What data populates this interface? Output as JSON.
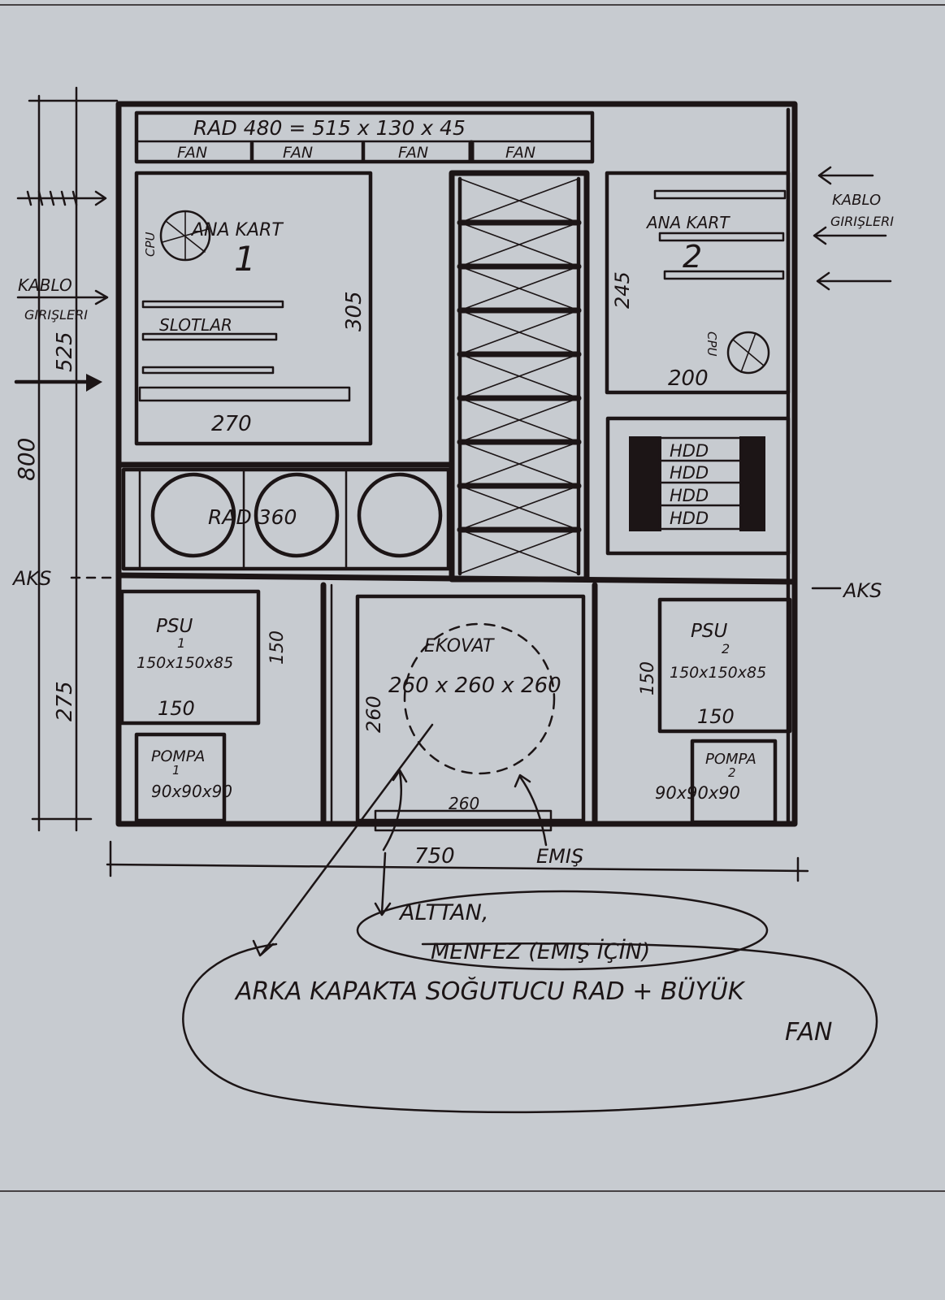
{
  "rad480": {
    "title": "RAD 480 = 515 x 130 x 45",
    "fans": [
      "FAN",
      "FAN",
      "FAN",
      "FAN"
    ]
  },
  "mb1": {
    "title": "ANA KART",
    "number": "1",
    "cpu": "CPU",
    "slots": "SLOTLAR",
    "height": "305",
    "width": "270"
  },
  "mb2": {
    "title": "ANA KART",
    "number": "2",
    "cpu": "CPU",
    "height": "245",
    "width": "200"
  },
  "hdd": {
    "labels": [
      "HDD",
      "HDD",
      "HDD",
      "HDD"
    ]
  },
  "rad360": {
    "label": "RAD 360"
  },
  "cable_left": {
    "label_line1": "KABLO",
    "label_line2": "GIRIŞLERI"
  },
  "cable_right": {
    "label_line1": "KABLO",
    "label_line2": "GIRIŞLERI"
  },
  "axis": {
    "left": "AKS",
    "right": "AKS"
  },
  "dims": {
    "total_height": "800",
    "upper_height": "525",
    "lower_height": "275",
    "total_width": "750"
  },
  "psu1": {
    "title": "PSU",
    "number": "1",
    "size": "150x150x85",
    "width": "150",
    "height": "150"
  },
  "psu2": {
    "title": "PSU",
    "number": "2",
    "size": "150x150x85",
    "width": "150",
    "height": "150"
  },
  "pump1": {
    "title": "POMPA",
    "number": "1",
    "size": "90x90x90"
  },
  "pump2": {
    "title": "POMPA",
    "number": "2",
    "size": "90x90x90"
  },
  "ekovat": {
    "title": "EKOVAT",
    "size": "260 x 260 x 260",
    "height": "260",
    "vent_width": "260",
    "intake": "EMIŞ"
  },
  "notes": {
    "bottom_vent_line1": "ALTTAN,",
    "bottom_vent_line2": "MENFEZ (EMIŞ İÇİN)",
    "back_cover_line1": "ARKA KAPAKTA SOĞUTUCU RAD + BÜYÜK",
    "back_cover_line2": "FAN"
  }
}
